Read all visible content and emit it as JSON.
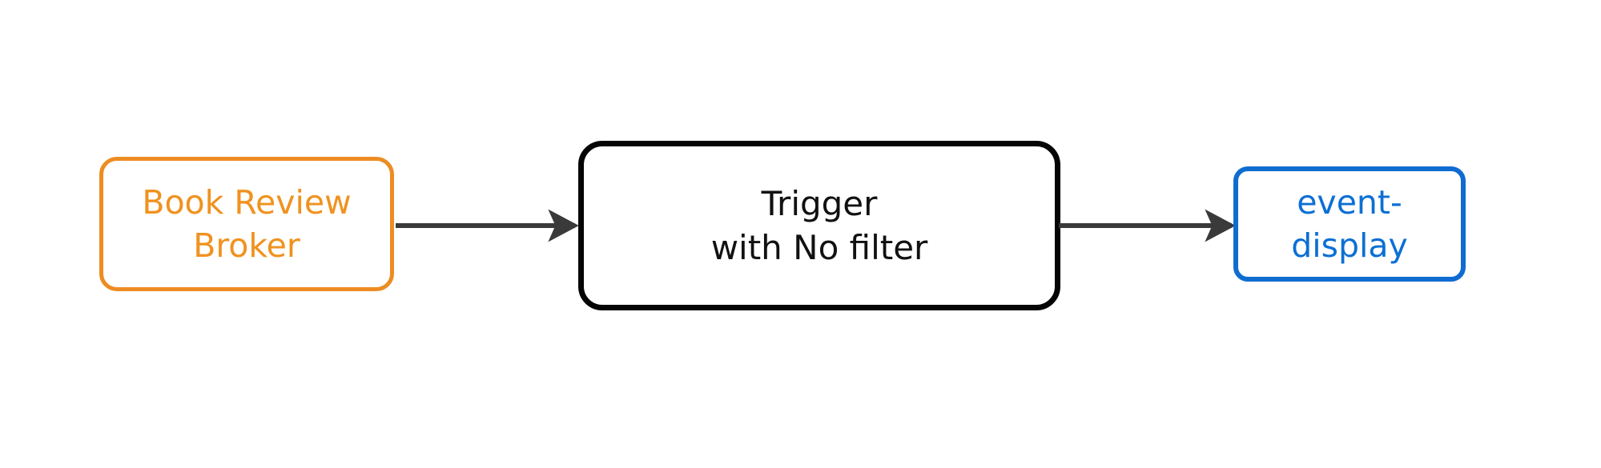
{
  "diagram": {
    "type": "flowchart",
    "orientation": "left-to-right",
    "background_color": "#ffffff",
    "nodes": [
      {
        "id": "broker",
        "label": "Book Review\nBroker",
        "label_line1": "Book Review",
        "label_line2": "Broker",
        "role": "broker",
        "shape": "rounded-rectangle",
        "border_color": "#ed8c22",
        "text_color": "#f0921f",
        "fill_color": "#ffffff"
      },
      {
        "id": "trigger",
        "label": "Trigger\nwith No filter",
        "label_line1": "Trigger",
        "label_line2": "with No filter",
        "role": "trigger",
        "shape": "rounded-rectangle",
        "border_color": "#050505",
        "text_color": "#111111",
        "fill_color": "#ffffff"
      },
      {
        "id": "sink",
        "label": "event-display",
        "label_line1": "event-display",
        "label_line2": "",
        "role": "sink",
        "shape": "rounded-rectangle",
        "border_color": "#0f6cd1",
        "text_color": "#0c6fd4",
        "fill_color": "#ffffff"
      }
    ],
    "edges": [
      {
        "id": "broker-to-trigger",
        "from": "broker",
        "to": "trigger",
        "label": "",
        "style": "solid",
        "color": "#3a3a3a",
        "arrowhead": "filled-triangle"
      },
      {
        "id": "trigger-to-sink",
        "from": "trigger",
        "to": "sink",
        "label": "",
        "style": "solid",
        "color": "#3a3a3a",
        "arrowhead": "filled-triangle"
      }
    ]
  }
}
